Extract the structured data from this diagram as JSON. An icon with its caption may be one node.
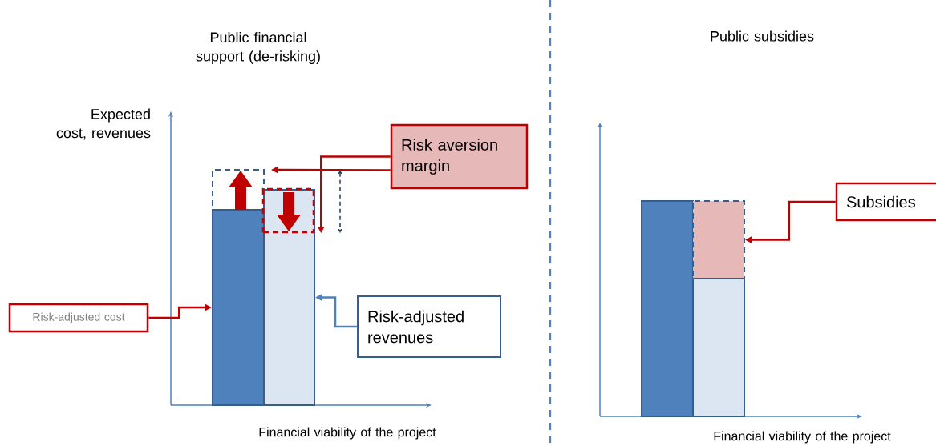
{
  "diagram": {
    "nodes": [
      {
        "text": [
          "Risk aversion margin"
        ]
      },
      {
        "text": [],
        "shape": "box"
      },
      {
        "text": [],
        "shape": "bar"
      },
      {
        "text": [],
        "shape": "bar"
      },
      {
        "text": [],
        "shape": "box",
        "in": 3
      },
      {
        "text": [
          "Risk-adjusted cost"
        ]
      },
      {
        "text": [
          "Risk-adjusted revenues"
        ]
      },
      {
        "text": [],
        "shape": "bar"
      },
      {
        "text": [],
        "shape": "box"
      },
      {
        "text": [],
        "shape": "bar"
      },
      {
        "text": [
          "Subsidies"
        ]
      }
    ],
    "edges": [
      {
        "from": 0,
        "to": 1,
        "arrow": "to"
      },
      {
        "from": 0,
        "to": 4,
        "arrow": "to"
      },
      {
        "from": 5,
        "to": 2,
        "arrow": "to"
      },
      {
        "from": 6,
        "to": 3,
        "arrow": "to",
        "color": "#4f81bd"
      },
      {
        "from": 10,
        "to": 8,
        "arrow": "to"
      }
    ],
    "labels": [
      "Public financial support (de-risking)",
      "Public subsidies",
      "Expected cost, revenues",
      "Financial viability of the project",
      "Financial viability of the project"
    ]
  }
}
